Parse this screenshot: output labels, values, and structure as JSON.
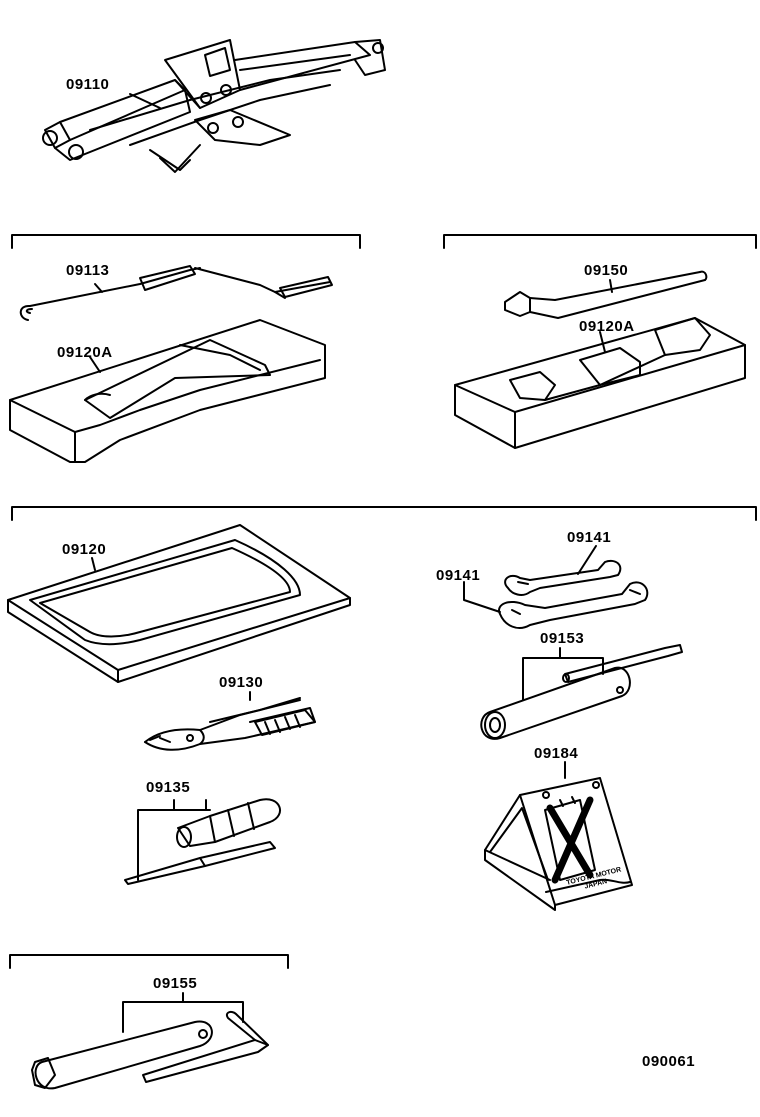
{
  "parts": {
    "p09110": "09110",
    "p09113": "09113",
    "p09120A_left": "09120A",
    "p09150": "09150",
    "p09120A_right": "09120A",
    "p09120": "09120",
    "p09141_top": "09141",
    "p09141_left": "09141",
    "p09153": "09153",
    "p09130": "09130",
    "p09135": "09135",
    "p09184": "09184",
    "p09155": "09155"
  },
  "illustration_ref": "090061",
  "chock_stamp": "TOYOTA MOTOR JAPAN",
  "colors": {
    "line": "#000000",
    "background": "#ffffff"
  },
  "icons": [
    "jack-icon",
    "jack-handle-icon",
    "tool-tray-icon",
    "wheel-wrench-icon",
    "tool-bag-icon",
    "wrench-icon",
    "extension-bar-icon",
    "pliers-icon",
    "screwdriver-icon",
    "wheel-chock-icon",
    "plug-wrench-icon"
  ]
}
